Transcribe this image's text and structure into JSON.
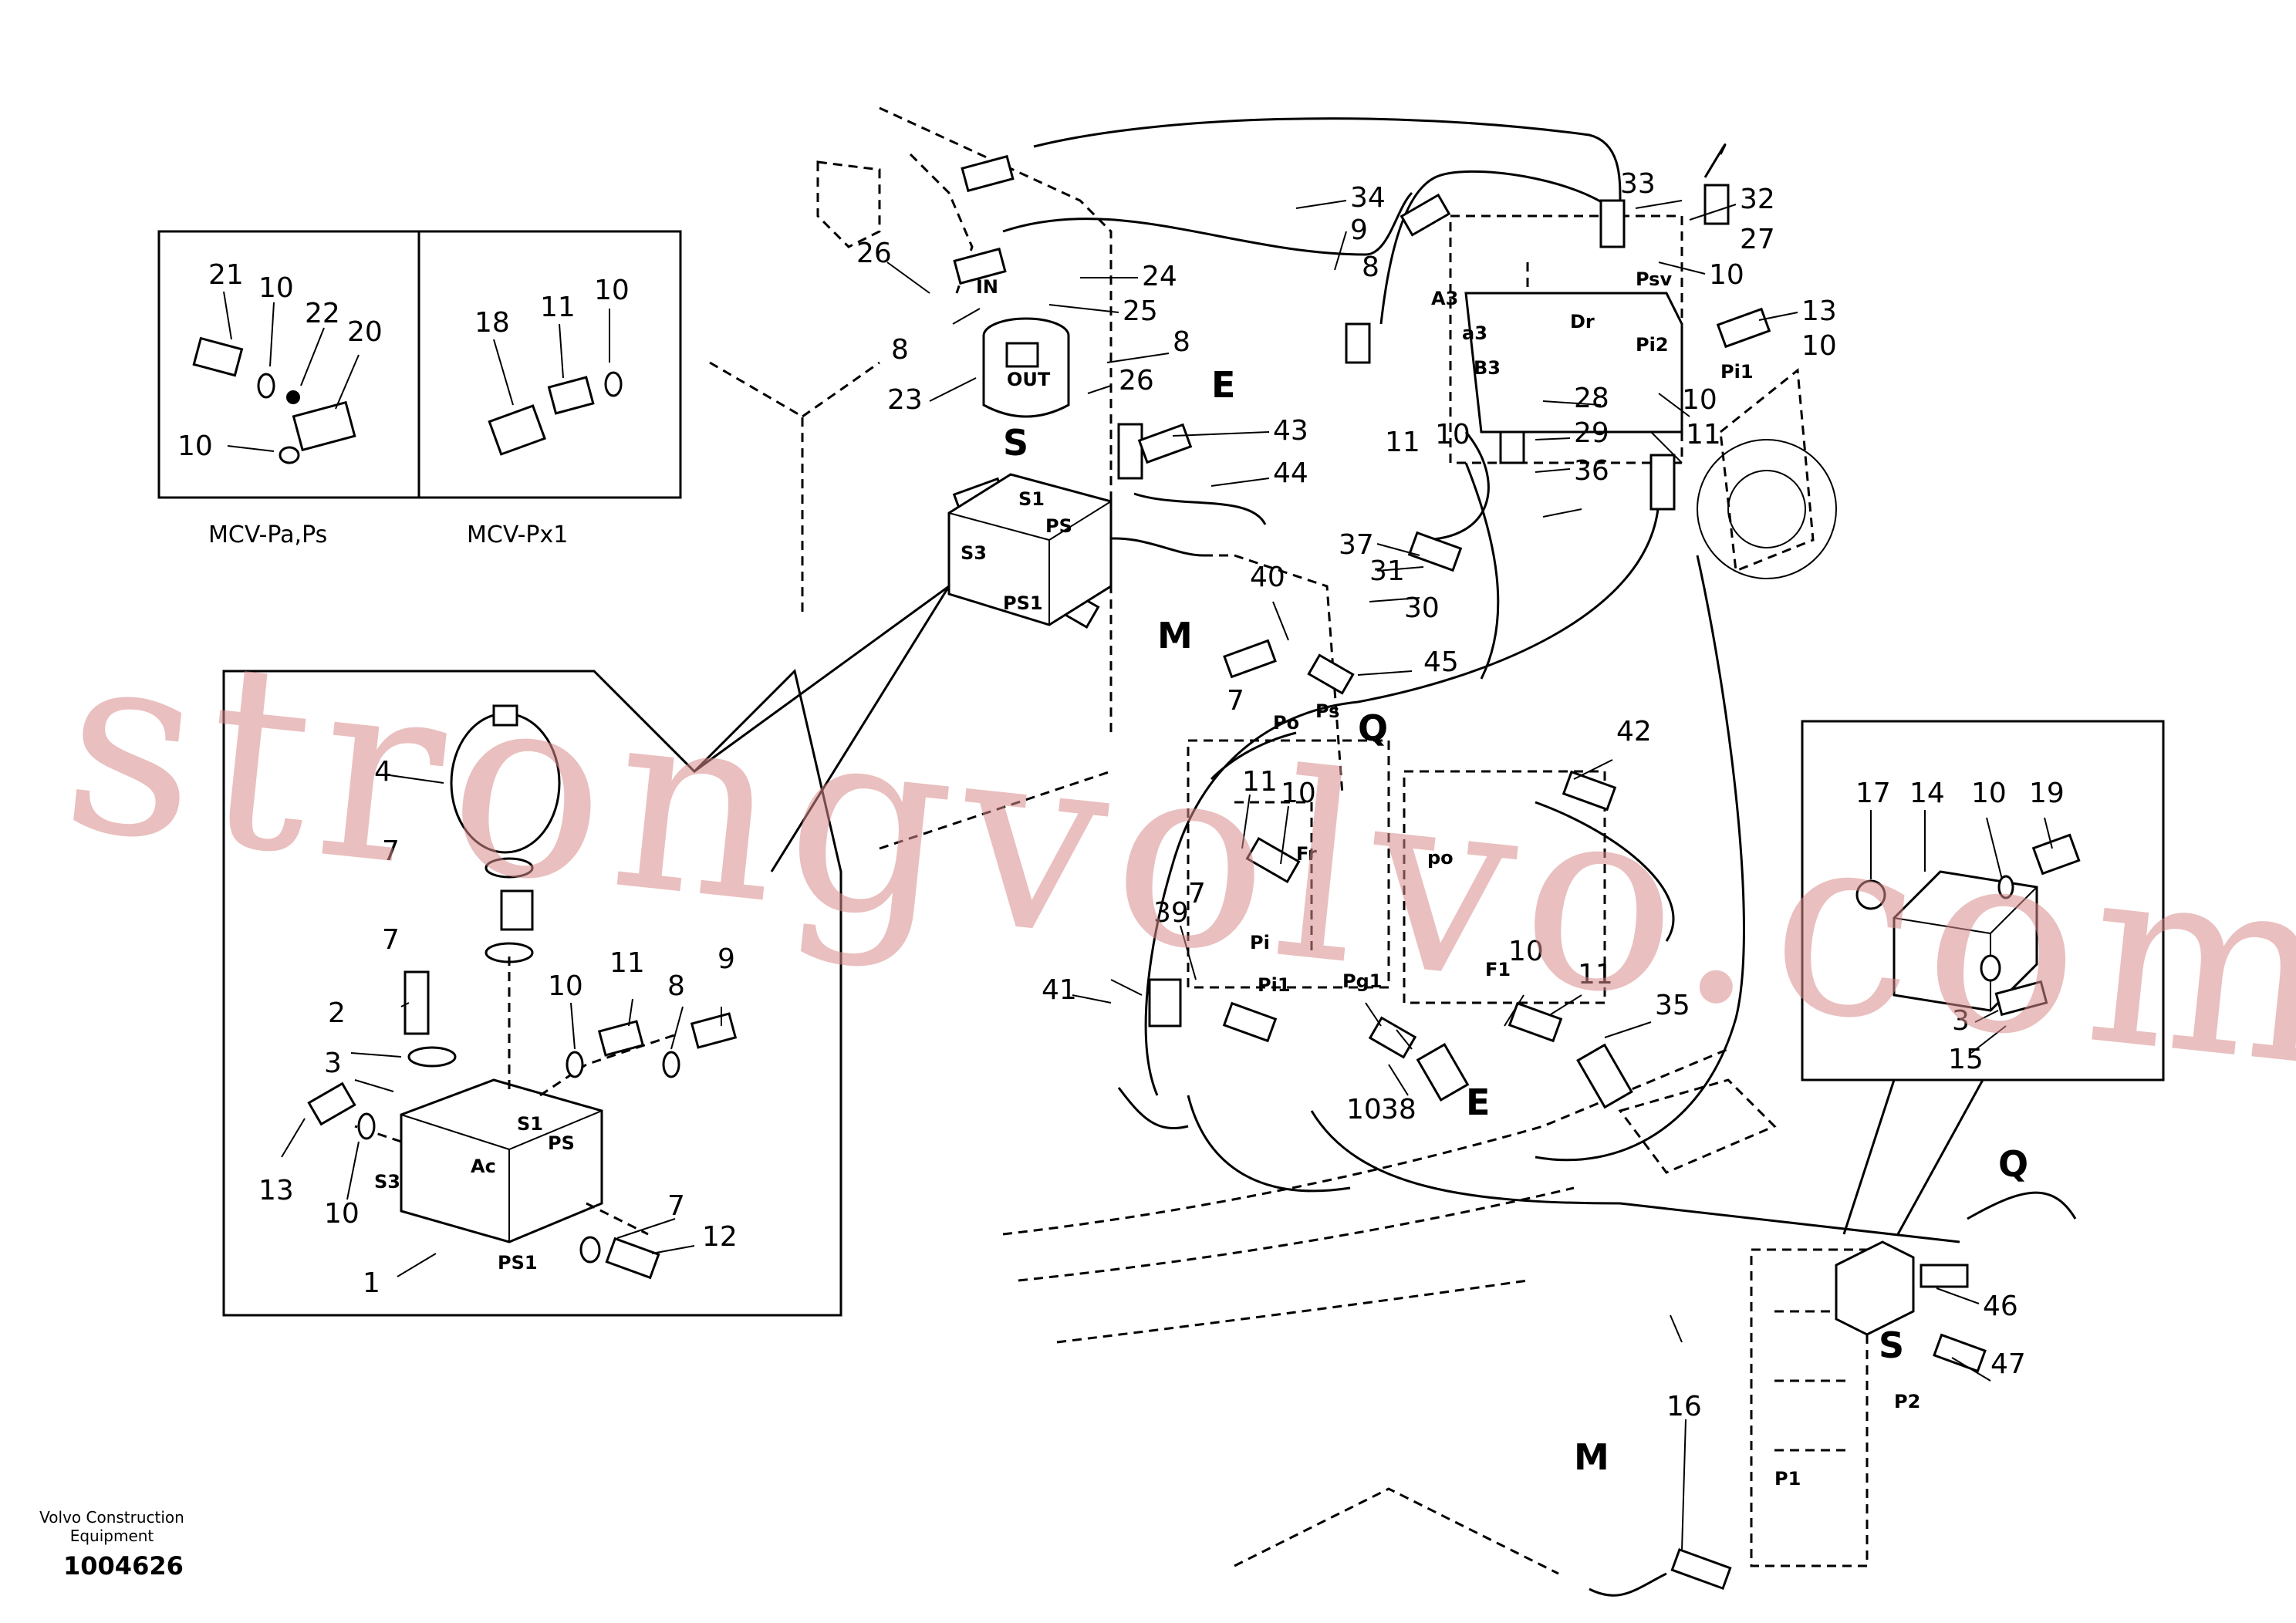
{
  "callouts": [
    "1",
    "2",
    "3",
    "4",
    "7",
    "8",
    "9",
    "10",
    "11",
    "12",
    "13",
    "14",
    "15",
    "16",
    "17",
    "18",
    "19",
    "20",
    "21",
    "22",
    "23",
    "24",
    "25",
    "26",
    "27",
    "28",
    "29",
    "30",
    "31",
    "32",
    "33",
    "34",
    "35",
    "36",
    "37",
    "38",
    "39",
    "40",
    "41",
    "42",
    "43",
    "44",
    "45",
    "46",
    "47"
  ],
  "ports": {
    "in": "IN",
    "out": "OUT",
    "s1": "S1",
    "ps": "PS",
    "s3": "S3",
    "ps1": "PS1",
    "ac": "Ac",
    "psv": "Psv",
    "dr": "Dr",
    "a3": "A3",
    "a3l": "a3",
    "b3": "B3",
    "pi1": "Pi1",
    "pi2": "Pi2",
    "po": "Po",
    "ps_small": "Ps",
    "po_lower": "po",
    "fr": "Fr",
    "pi": "Pi",
    "pg1": "Pg1",
    "f1": "F1",
    "p1": "P1",
    "p2": "P2",
    "pil": "Pi1"
  },
  "connectors": {
    "s": "S",
    "e": "E",
    "m": "M",
    "q": "Q"
  },
  "insets": {
    "mcv_pa_ps": "MCV-Pa,Ps",
    "mcv_px1": "MCV-Px1"
  },
  "watermark": "strongvolvo.com",
  "footer": {
    "brand_line1": "Volvo Construction",
    "brand_line2": "Equipment",
    "drawing_number": "1004626"
  }
}
